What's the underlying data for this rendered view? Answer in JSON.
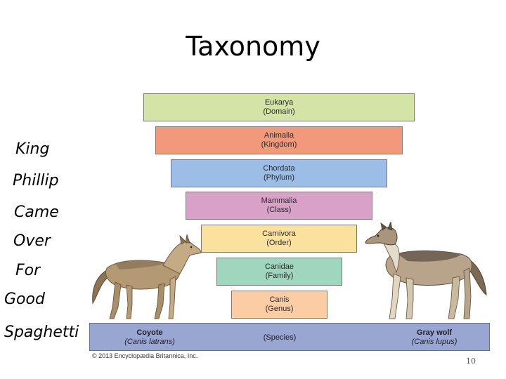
{
  "slide": {
    "title": "Taxonomy",
    "page_number": "10",
    "credit": "© 2013 Encyclopædia Britannica, Inc."
  },
  "mnemonic": [
    "King",
    "Phillip",
    "Came",
    "Over",
    "For",
    "Good",
    "Spaghetti"
  ],
  "ranks": [
    {
      "name": "Eukarya",
      "rank": "(Domain)",
      "color": "#d3e4a6"
    },
    {
      "name": "Animalia",
      "rank": "(Kingdom)",
      "color": "#f2997c"
    },
    {
      "name": "Chordata",
      "rank": "(Phylum)",
      "color": "#9bbde6"
    },
    {
      "name": "Mammalia",
      "rank": "(Class)",
      "color": "#d9a0c8"
    },
    {
      "name": "Carnivora",
      "rank": "(Order)",
      "color": "#fbe19e"
    },
    {
      "name": "Canidae",
      "rank": "(Family)",
      "color": "#9fd6bd"
    },
    {
      "name": "Canis",
      "rank": "(Genus)",
      "color": "#fccca4"
    }
  ],
  "species_bar": {
    "color": "#99a6d2",
    "left": {
      "common": "Coyote",
      "scientific": "(Canis latrans)"
    },
    "center": "(Species)",
    "right": {
      "common": "Gray wolf",
      "scientific": "(Canis lupus)"
    }
  }
}
